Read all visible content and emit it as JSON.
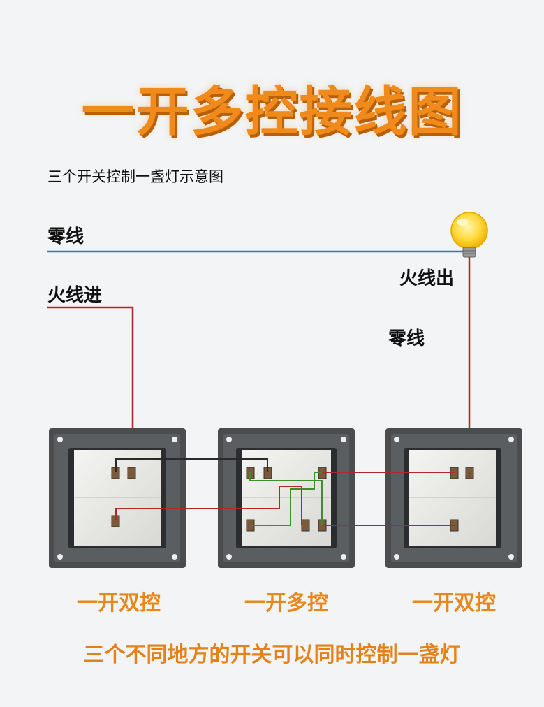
{
  "title": "一开多控接线图",
  "subtitle": "三个开关控制一盏灯示意图",
  "labels": {
    "neutral_top": "零线",
    "live_in": "火线进",
    "live_out": "火线出",
    "neutral_right": "零线"
  },
  "switches": [
    {
      "label": "一开双控"
    },
    {
      "label": "一开多控"
    },
    {
      "label": "一开双控"
    }
  ],
  "footer": "三个不同地方的开关可以同时控制一盏灯",
  "colors": {
    "title": "#f08a1a",
    "switch_label": "#e7871c",
    "wire_red": "#b3262a",
    "wire_dark": "#2a2a2a",
    "wire_green": "#3e8f2c",
    "wire_blue": "#47779c",
    "bulb": "#ffd83a"
  }
}
